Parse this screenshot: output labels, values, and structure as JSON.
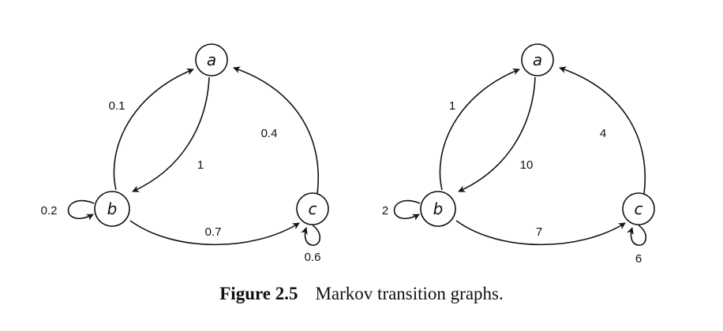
{
  "graphs": [
    {
      "nodes": {
        "a": "a",
        "b": "b",
        "c": "c"
      },
      "weights": {
        "b_to_a": "0.1",
        "a_to_b": "1",
        "c_to_a": "0.4",
        "b_loop": "0.2",
        "b_to_c": "0.7",
        "c_loop": "0.6"
      }
    },
    {
      "nodes": {
        "a": "a",
        "b": "b",
        "c": "c"
      },
      "weights": {
        "b_to_a": "1",
        "a_to_b": "10",
        "c_to_a": "4",
        "b_loop": "2",
        "b_to_c": "7",
        "c_loop": "6"
      }
    }
  ],
  "caption": {
    "number": "Figure 2.5",
    "text": "Markov transition graphs."
  }
}
